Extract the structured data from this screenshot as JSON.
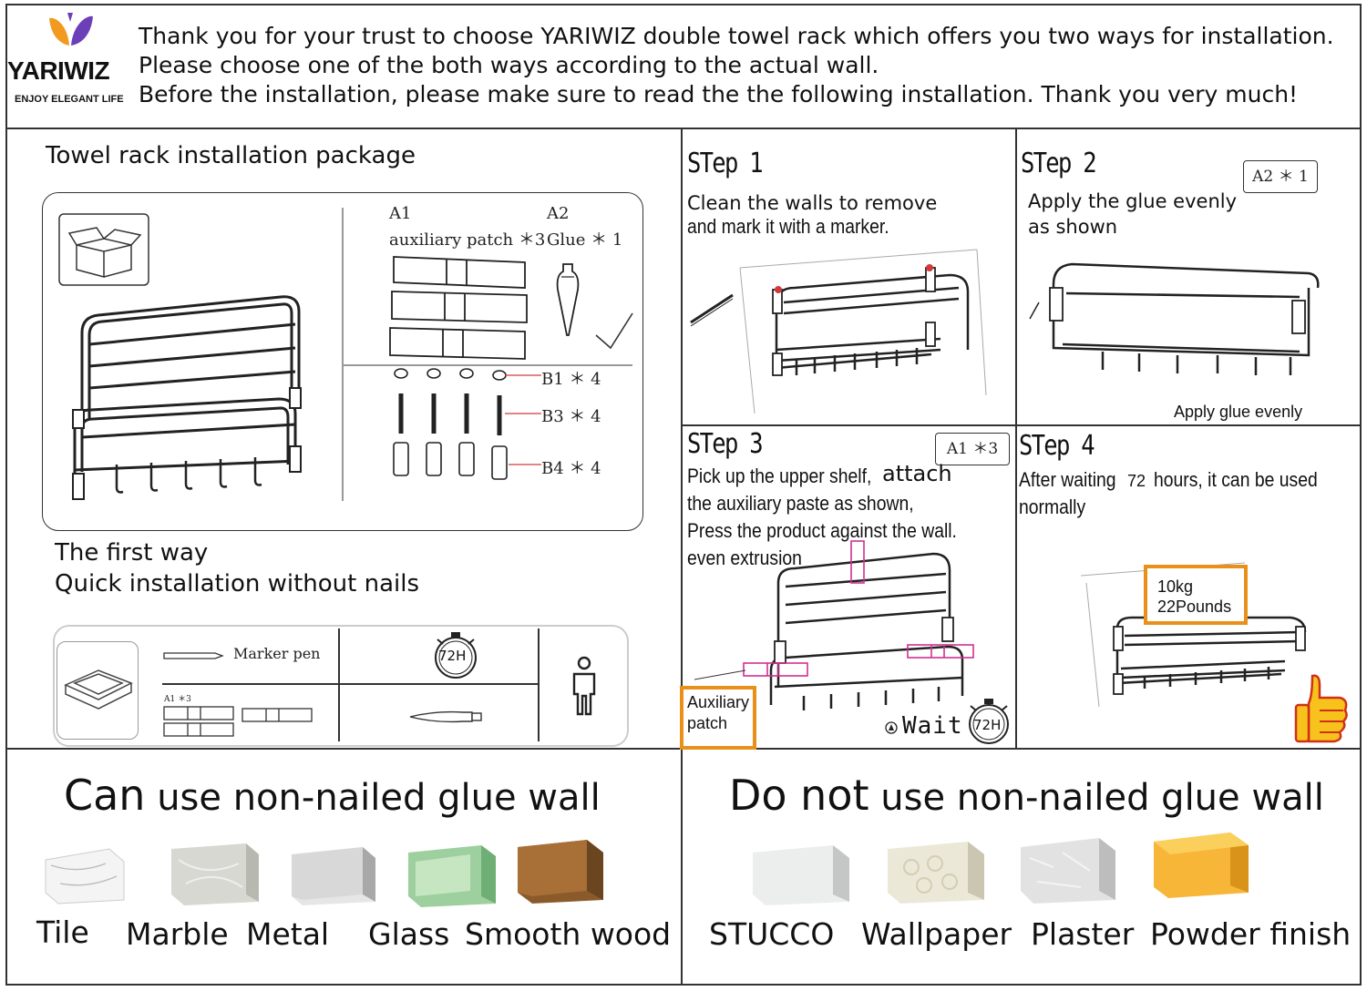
{
  "header": {
    "brand_name": "YARIWIZ",
    "tagline": "ENJOY ELEGANT LIFE",
    "line1": "Thank you for your trust to choose YARIWIZ double towel rack which offers you two ways for installation.",
    "line2": "Please choose one of the both ways according to the actual wall.",
    "line3": "Before the installation, please make sure to read the the following installation. Thank you very much!"
  },
  "package": {
    "title": "Towel rack installation package",
    "a1_code": "A1",
    "a1_label": "auxiliary patch ＊3",
    "a2_code": "A2",
    "a2_label": "Glue ＊ 1",
    "b1_label": "B1 ＊ 4",
    "b3_label": "B3 ＊ 4",
    "b4_label": "B4 ＊ 4"
  },
  "first_way": {
    "line1": "The first way",
    "line2": "Quick installation without nails",
    "marker_label": "Marker pen",
    "patch_label": "A1 ＊3",
    "timer_label": "72H"
  },
  "steps": [
    {
      "title": "STep 1",
      "text1": "Clean the walls to remove",
      "text2": "and mark it with a marker."
    },
    {
      "title": "STep 2",
      "text1": "Apply the glue evenly",
      "text2": "as shown",
      "tag": "A2 ＊ 1",
      "note": "Apply glue evenly"
    },
    {
      "title": "STep 3",
      "text1": "Pick up the upper shelf,",
      "text1b": "attach",
      "text2": "the auxiliary paste as shown,",
      "text3": "Press the product against the wall.",
      "text4": "even extrusion",
      "tag": "A1 ＊3",
      "patch_label_1": "Auxiliary",
      "patch_label_2": "patch",
      "wait_label": "Wait",
      "timer_label": "72H"
    },
    {
      "title": "STep 4",
      "text1": "After waiting",
      "text1_num": "72",
      "text1b": "hours, it can be used",
      "text2": "normally",
      "load_1": "10kg",
      "load_2": "22Pounds"
    }
  ],
  "can_use": {
    "title_first": "Can",
    "title_rest": "use non-nailed glue wall",
    "materials": [
      "Tile",
      "Marble",
      "Metal",
      "Glass",
      "Smooth wood"
    ]
  },
  "cannot_use": {
    "title_first": "Do not",
    "title_rest": "use non-nailed glue wall",
    "materials": [
      "STUCCO",
      "Wallpaper",
      "Plaster",
      "Powder finish"
    ]
  },
  "colors": {
    "accent_orange": "#e8901a",
    "logo_orange": "#f29a1f",
    "logo_purple": "#6a3fb8",
    "patch_magenta": "#d0308f",
    "thumb_yellow": "#f7c21b"
  }
}
